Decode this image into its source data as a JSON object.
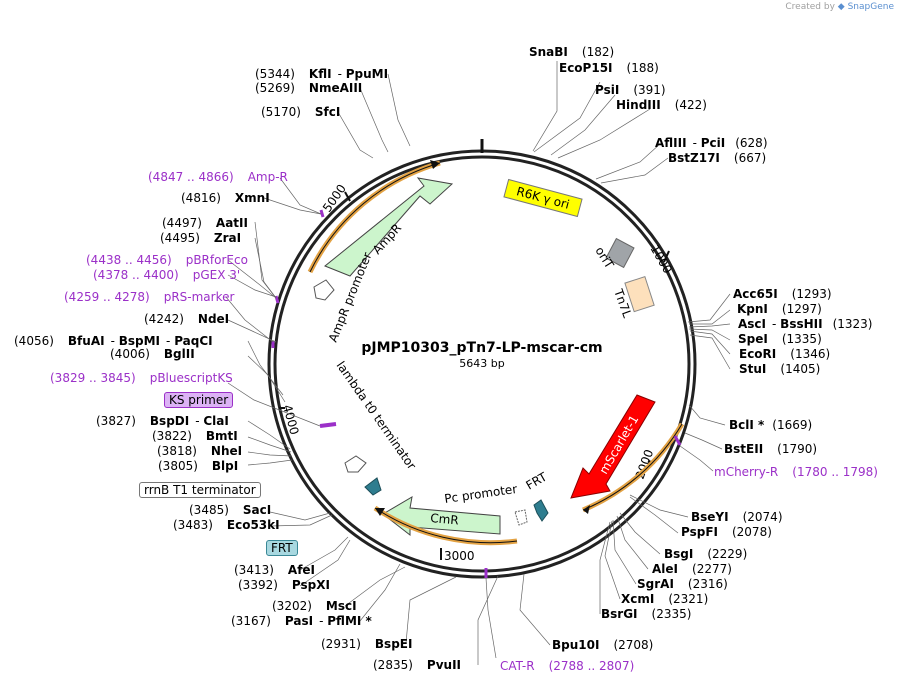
{
  "credit": {
    "prefix": "Created by",
    "brand": "SnapGene"
  },
  "plasmid": {
    "name": "pJMP10303_pTn7-LP-mscar-cm",
    "size": "5643 bp"
  },
  "ticks": [
    "1000",
    "2000",
    "3000",
    "4000",
    "5000"
  ],
  "sites": [
    {
      "name": "SnaBI",
      "pos": "(182)"
    },
    {
      "name": "EcoP15I",
      "pos": "(188)"
    },
    {
      "name": "PsiI",
      "pos": "(391)"
    },
    {
      "name": "HindIII",
      "pos": "(422)"
    },
    {
      "name": "AflIII",
      "name2": "PciI",
      "pos": "(628)"
    },
    {
      "name": "BstZ17I",
      "pos": "(667)"
    },
    {
      "name": "Acc65I",
      "pos": "(1293)"
    },
    {
      "name": "KpnI",
      "pos": "(1297)"
    },
    {
      "name": "AscI",
      "name2": "BssHII",
      "pos": "(1323)"
    },
    {
      "name": "SpeI",
      "pos": "(1335)"
    },
    {
      "name": "EcoRI",
      "pos": "(1346)"
    },
    {
      "name": "StuI",
      "pos": "(1405)"
    },
    {
      "name": "BclI *",
      "pos": "(1669)"
    },
    {
      "name": "BstEII",
      "pos": "(1790)"
    },
    {
      "name": "BseYI",
      "pos": "(2074)"
    },
    {
      "name": "PspFI",
      "pos": "(2078)"
    },
    {
      "name": "BsgI",
      "pos": "(2229)"
    },
    {
      "name": "AleI",
      "pos": "(2277)"
    },
    {
      "name": "SgrAI",
      "pos": "(2316)"
    },
    {
      "name": "XcmI",
      "pos": "(2321)"
    },
    {
      "name": "BsrGI",
      "pos": "(2335)"
    },
    {
      "name": "Bpu10I",
      "pos": "(2708)"
    },
    {
      "name": "PvuII",
      "pos": "(2835)"
    },
    {
      "name": "BspEI",
      "pos": "(2931)"
    },
    {
      "name": "PasI",
      "name2": "PflMI *",
      "pos": "(3167)"
    },
    {
      "name": "MscI",
      "pos": "(3202)"
    },
    {
      "name": "PspXI",
      "pos": "(3392)"
    },
    {
      "name": "AfeI",
      "pos": "(3413)"
    },
    {
      "name": "Eco53kI",
      "pos": "(3483)"
    },
    {
      "name": "SacI",
      "pos": "(3485)"
    },
    {
      "name": "BlpI",
      "pos": "(3805)"
    },
    {
      "name": "NheI",
      "pos": "(3818)"
    },
    {
      "name": "BmtI",
      "pos": "(3822)"
    },
    {
      "name": "BspDI",
      "name2": "ClaI",
      "pos": "(3827)"
    },
    {
      "name": "BglII",
      "pos": "(4006)"
    },
    {
      "name": "BfuAI",
      "name2": "BspMI",
      "name3": "PaqCI",
      "pos": "(4056)"
    },
    {
      "name": "NdeI",
      "pos": "(4242)"
    },
    {
      "name": "ZraI",
      "pos": "(4495)"
    },
    {
      "name": "AatII",
      "pos": "(4497)"
    },
    {
      "name": "XmnI",
      "pos": "(4816)"
    },
    {
      "name": "SfcI",
      "pos": "(5170)"
    },
    {
      "name": "NmeAIII",
      "pos": "(5269)"
    },
    {
      "name": "KflI",
      "name2": "PpuMI",
      "pos": "(5344)"
    }
  ],
  "primers": [
    {
      "name": "mCherry-R",
      "range": "(1780 .. 1798)"
    },
    {
      "name": "CAT-R",
      "range": "(2788 .. 2807)"
    },
    {
      "name": "pBluescriptKS",
      "range": "(3829 .. 3845)"
    },
    {
      "name": "pRS-marker",
      "range": "(4259 .. 4278)"
    },
    {
      "name": "pGEX 3'",
      "range": "(4378 .. 4400)"
    },
    {
      "name": "pBRforEco",
      "range": "(4438 .. 4456)"
    },
    {
      "name": "Amp-R",
      "range": "(4847 .. 4866)"
    }
  ],
  "features": {
    "r6k": "R6K γ ori",
    "orit": "oriT",
    "tn7l": "Tn7L",
    "mscarlet": "mScarlet-1",
    "frt_a": "FRT",
    "cmr": "CmR",
    "pc_promoter": "Pc promoter",
    "lambda_t0": "lambda t0 terminator",
    "ampr": "AmpR",
    "ampr_promoter": "AmpR promoter"
  },
  "tags": {
    "ks_primer": "KS primer",
    "rrnb_t1": "rrnB T1 terminator",
    "frt_b": "FRT"
  },
  "colors": {
    "r6k": "#ffff00",
    "orit": "#a0a4a8",
    "tn7l": "#fde0bc",
    "mscarlet": "#ff0000",
    "marker": "#ccf5cc",
    "terminator": "#ffffff",
    "frt": "#2e7d8f",
    "primer": "#9b30c8",
    "ks_tag": "#dcb3f5",
    "frt_tag": "#a8d8e0"
  }
}
